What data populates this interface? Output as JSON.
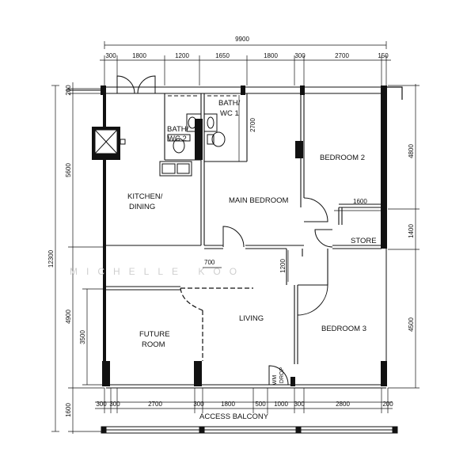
{
  "rooms": {
    "bath_wc1": [
      "BATH/",
      "WC 1"
    ],
    "bath_wc2": [
      "BATH/",
      "WC 2"
    ],
    "kitchen": [
      "KITCHEN/",
      "DINING"
    ],
    "main_bedroom": "MAIN BEDROOM",
    "bedroom2": "BEDROOM 2",
    "store": "STORE",
    "bedroom3": "BEDROOM 3",
    "living": "LIVING",
    "future_room": [
      "FUTURE",
      "ROOM"
    ],
    "access_balcony": "ACCESS BALCONY",
    "wm_label": "WM",
    "drop_label": "DROP"
  },
  "dimensions": {
    "overall_width": "9900",
    "top": [
      "300",
      "1800",
      "1200",
      "1650",
      "1800",
      "300",
      "2700",
      "150"
    ],
    "bottom": [
      "300",
      "300",
      "2700",
      "300",
      "1800",
      "500",
      "1000",
      "300",
      "2800",
      "200"
    ],
    "left": [
      "200",
      "5600",
      "4900",
      "1600"
    ],
    "overall_height": "12300",
    "right": [
      "4800",
      "1400",
      "4500"
    ],
    "inner": {
      "wc_height": "2700",
      "bedroom2_width": "1600",
      "living_opening": "700",
      "store_gap": "1200",
      "future_room_height": "3500"
    }
  },
  "watermark": "MICHELLE KOO"
}
